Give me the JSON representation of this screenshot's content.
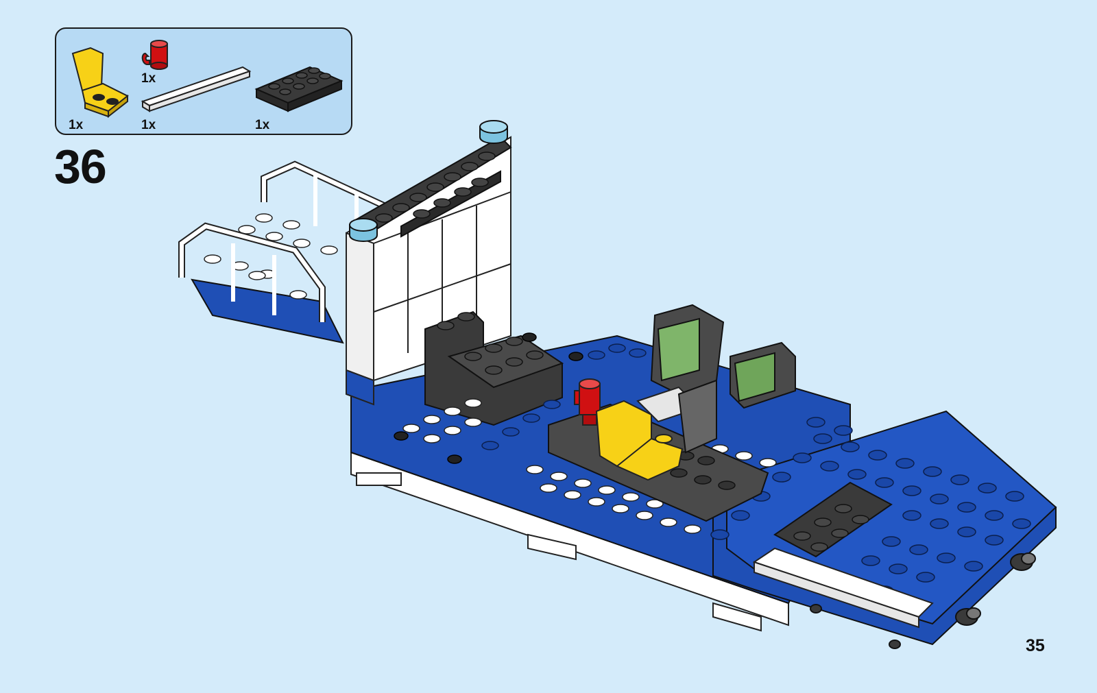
{
  "step": {
    "number": "36"
  },
  "page": {
    "number": "35"
  },
  "parts": [
    {
      "icon": "yellow-seat-icon",
      "qty": "1x"
    },
    {
      "icon": "red-cup-icon",
      "qty": "1x"
    },
    {
      "icon": "white-tile-icon",
      "qty": "1x"
    },
    {
      "icon": "black-plate-icon",
      "qty": "1x"
    }
  ],
  "colors": {
    "background": "#d4ebfa",
    "parts_box": "#b7daf4",
    "brick_blue": "#1f4fb5",
    "brick_white": "#ffffff",
    "brick_black": "#3a3a3a",
    "brick_yellow": "#f7d117",
    "brick_red": "#d01012",
    "trans_light_blue": "#7cc3e0"
  }
}
